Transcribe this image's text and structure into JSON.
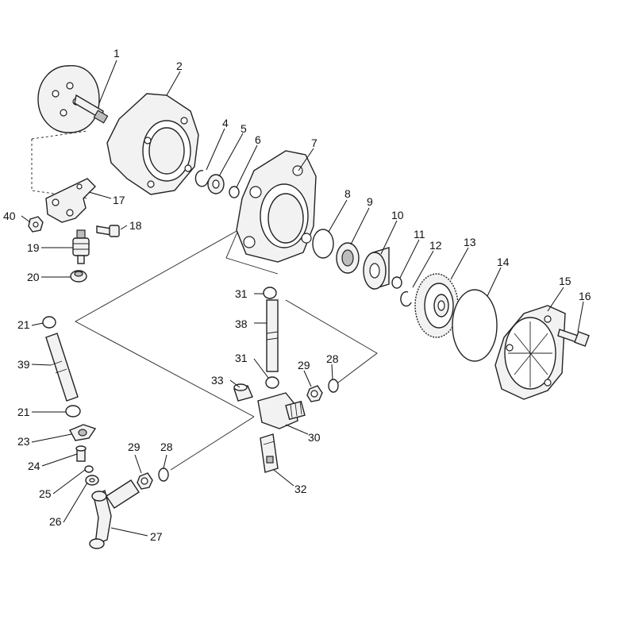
{
  "callouts": [
    {
      "id": "1",
      "text": "1"
    },
    {
      "id": "2",
      "text": "2"
    },
    {
      "id": "4",
      "text": "4"
    },
    {
      "id": "5",
      "text": "5"
    },
    {
      "id": "6",
      "text": "6"
    },
    {
      "id": "7",
      "text": "7"
    },
    {
      "id": "8",
      "text": "8"
    },
    {
      "id": "9",
      "text": "9"
    },
    {
      "id": "10",
      "text": "10"
    },
    {
      "id": "11",
      "text": "11"
    },
    {
      "id": "12",
      "text": "12"
    },
    {
      "id": "13",
      "text": "13"
    },
    {
      "id": "14",
      "text": "14"
    },
    {
      "id": "15",
      "text": "15"
    },
    {
      "id": "16",
      "text": "16"
    },
    {
      "id": "17",
      "text": "17"
    },
    {
      "id": "18",
      "text": "18"
    },
    {
      "id": "19",
      "text": "19"
    },
    {
      "id": "20",
      "text": "20"
    },
    {
      "id": "21a",
      "text": "21"
    },
    {
      "id": "21b",
      "text": "21"
    },
    {
      "id": "23",
      "text": "23"
    },
    {
      "id": "24",
      "text": "24"
    },
    {
      "id": "25",
      "text": "25"
    },
    {
      "id": "26",
      "text": "26"
    },
    {
      "id": "27",
      "text": "27"
    },
    {
      "id": "28a",
      "text": "28"
    },
    {
      "id": "28b",
      "text": "28"
    },
    {
      "id": "29a",
      "text": "29"
    },
    {
      "id": "29b",
      "text": "29"
    },
    {
      "id": "30",
      "text": "30"
    },
    {
      "id": "31a",
      "text": "31"
    },
    {
      "id": "31b",
      "text": "31"
    },
    {
      "id": "32",
      "text": "32"
    },
    {
      "id": "33",
      "text": "33"
    },
    {
      "id": "38",
      "text": "38"
    },
    {
      "id": "39",
      "text": "39"
    },
    {
      "id": "40",
      "text": "40"
    }
  ]
}
